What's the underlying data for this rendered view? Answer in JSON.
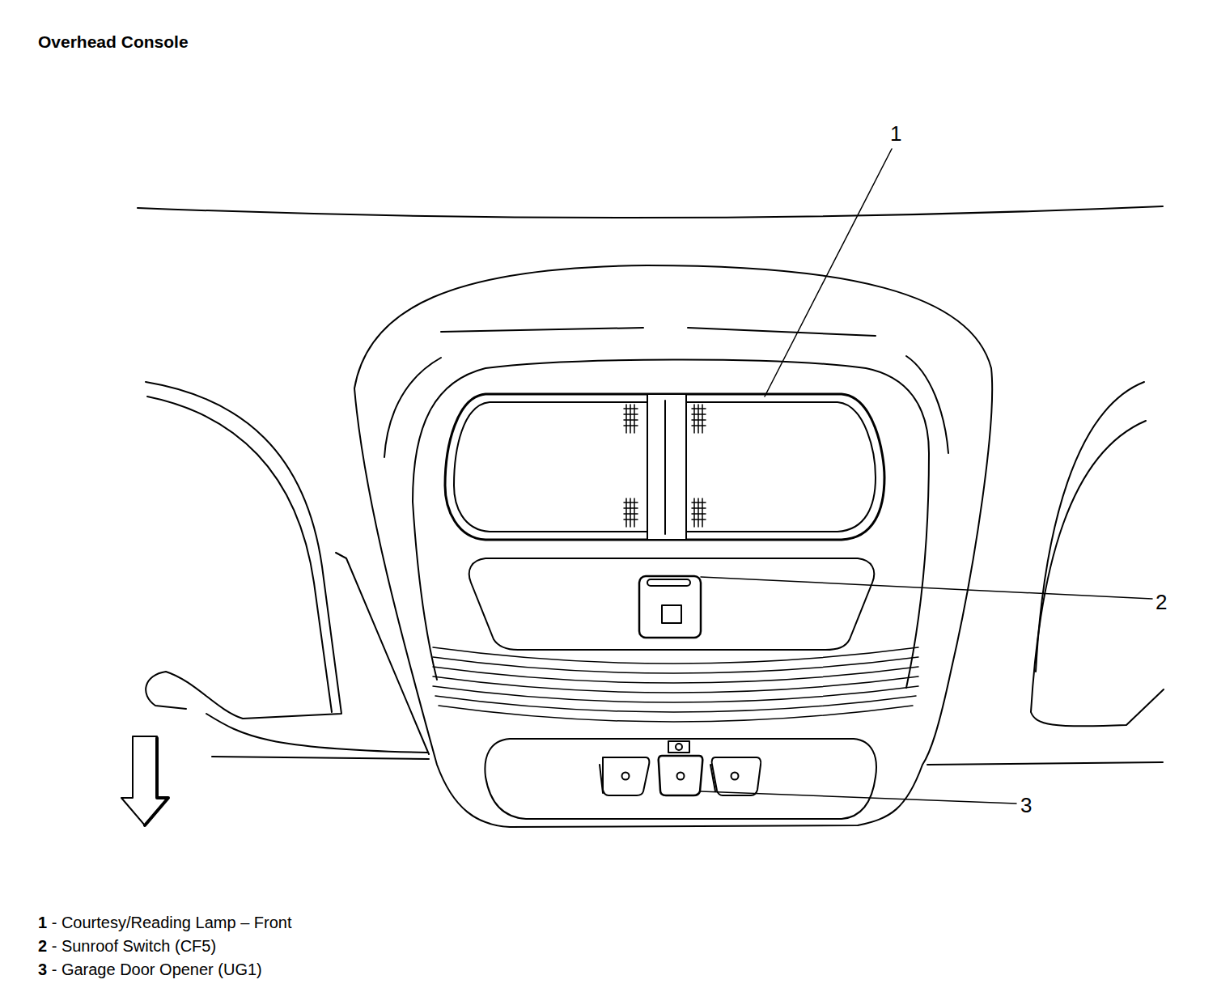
{
  "diagram": {
    "title": "Overhead Console",
    "labels": [
      "1",
      "2",
      "3",
      "1 - Courtesy/Reading Lamp – Front",
      "2 - Sunroof Switch (CF5)",
      "3 - Garage Door Opener (UG1)"
    ]
  }
}
